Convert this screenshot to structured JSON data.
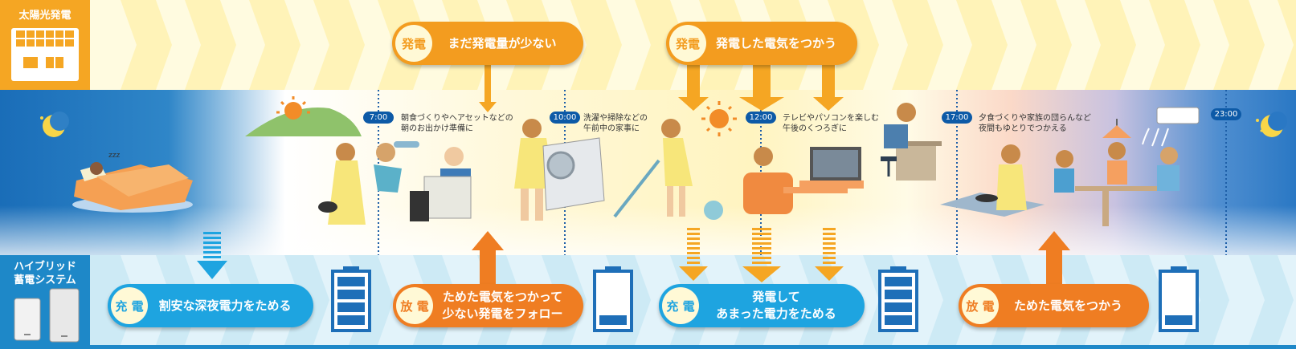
{
  "solar_label": "太陽光発電",
  "battery_label_line1": "ハイブリッド",
  "battery_label_line2": "蓄電システム",
  "top_pills": [
    {
      "badge": "発電",
      "text": "まだ発電量が少ない"
    },
    {
      "badge": "発電",
      "text": "発電した電気をつかう"
    }
  ],
  "times": [
    "7:00",
    "10:00",
    "12:00",
    "17:00",
    "23:00"
  ],
  "captions": [
    {
      "line1": "朝食づくりやヘアセットなどの",
      "line2": "朝のお出かけ準備に"
    },
    {
      "line1": "洗濯や掃除などの",
      "line2": "午前中の家事に"
    },
    {
      "line1": "テレビやパソコンを楽しむ",
      "line2": "午後のくつろぎに"
    },
    {
      "line1": "夕食づくりや家族の団らんなど",
      "line2": "夜間もゆとりでつかえる"
    }
  ],
  "bottom_pills": [
    {
      "badge": "充 電",
      "line1": "割安な深夜電力をためる",
      "line2": ""
    },
    {
      "badge": "放 電",
      "line1": "ためた電気をつかって",
      "line2": "少ない発電をフォロー"
    },
    {
      "badge": "充 電",
      "line1": "発電して",
      "line2": "あまった電力をためる"
    },
    {
      "badge": "放 電",
      "line1": "ためた電気をつかう",
      "line2": ""
    }
  ],
  "battery_levels": [
    1.0,
    0.25,
    1.0,
    0.25
  ],
  "colors": {
    "solar_orange": "#f5a623",
    "charge_blue": "#1ea4e0",
    "discharge_orange": "#ef7d22",
    "time_badge": "#0d5aa7",
    "battery_band": "#1e88c8"
  },
  "icons": [
    "solar-house-icon",
    "moon-icon",
    "sun-icon",
    "battery-icon",
    "air-conditioner-icon",
    "lamp-icon"
  ]
}
